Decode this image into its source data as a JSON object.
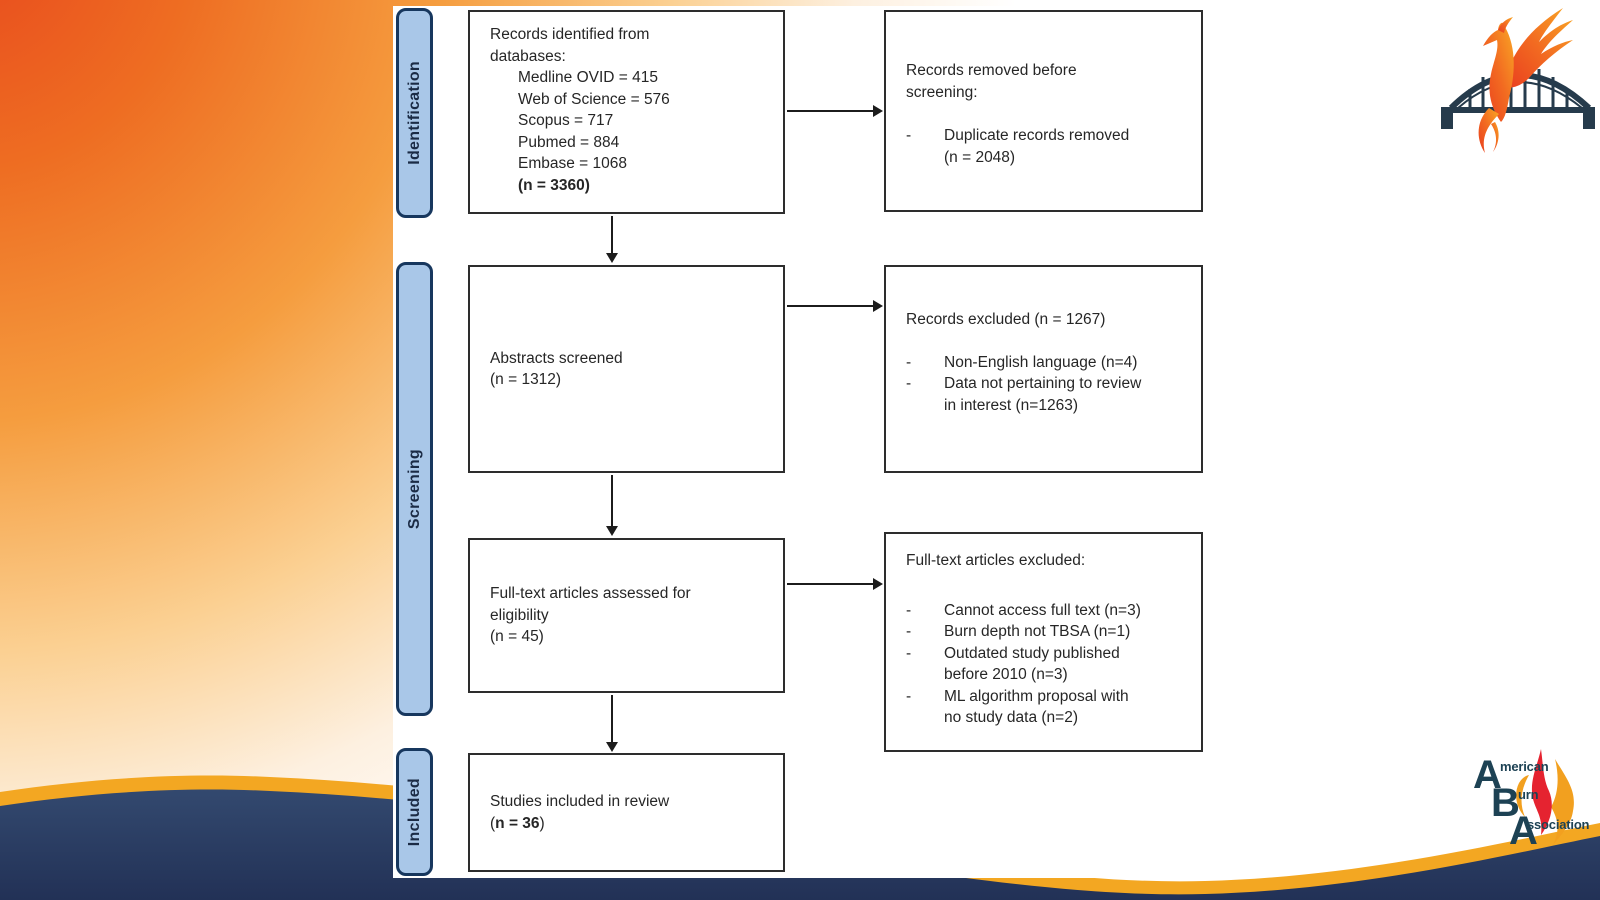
{
  "slide": {
    "type": "PRISMA flow diagram",
    "bullet_marker": "-"
  },
  "stages": {
    "identification": "Identification",
    "screening": "Screening",
    "included": "Included"
  },
  "boxes": {
    "identified": {
      "title": "Records identified from\ndatabases:",
      "items": "Medline OVID = 415\nWeb of Science = 576\nScopus = 717\nPubmed = 884\nEmbase = 1068",
      "total": "(n = 3360)"
    },
    "removed": {
      "title": "Records removed before\nscreening:",
      "bullets": [
        "Duplicate records removed\n(n = 2048)"
      ]
    },
    "screened": {
      "text": "Abstracts screened\n(n = 1312)"
    },
    "excluded": {
      "title": "Records excluded (n = 1267)",
      "bullets": [
        "Non-English language (n=4)",
        "Data not pertaining to review\nin interest (n=1263)"
      ]
    },
    "fulltext": {
      "text": "Full-text articles assessed for\neligibility\n(n = 45)"
    },
    "fulltext_excluded": {
      "title": "Full-text articles excluded:",
      "bullets": [
        "Cannot access full text (n=3)",
        "Burn depth not TBSA (n=1)",
        "Outdated study published\nbefore 2010 (n=3)",
        "ML algorithm proposal with\nno study data (n=2)"
      ]
    },
    "included": {
      "line1": "Studies included in review",
      "paren_open": "(",
      "n_value": "n = 36",
      "paren_close": ")"
    }
  },
  "logos": {
    "aba": {
      "big_letters": [
        "A",
        "B",
        "A"
      ],
      "words": [
        "merican",
        "urn",
        "ssociation"
      ]
    }
  },
  "colors": {
    "tab_fill": "#a9c7e8",
    "tab_border": "#17375e",
    "box_border": "#2d2d2d",
    "wave_navy": "#2c4169",
    "wave_gold": "#f3a722",
    "bg_orange": "#e8481d",
    "aba_navy": "#1d4254",
    "flame_red": "#e52330",
    "flame_gold": "#f2a01f"
  }
}
